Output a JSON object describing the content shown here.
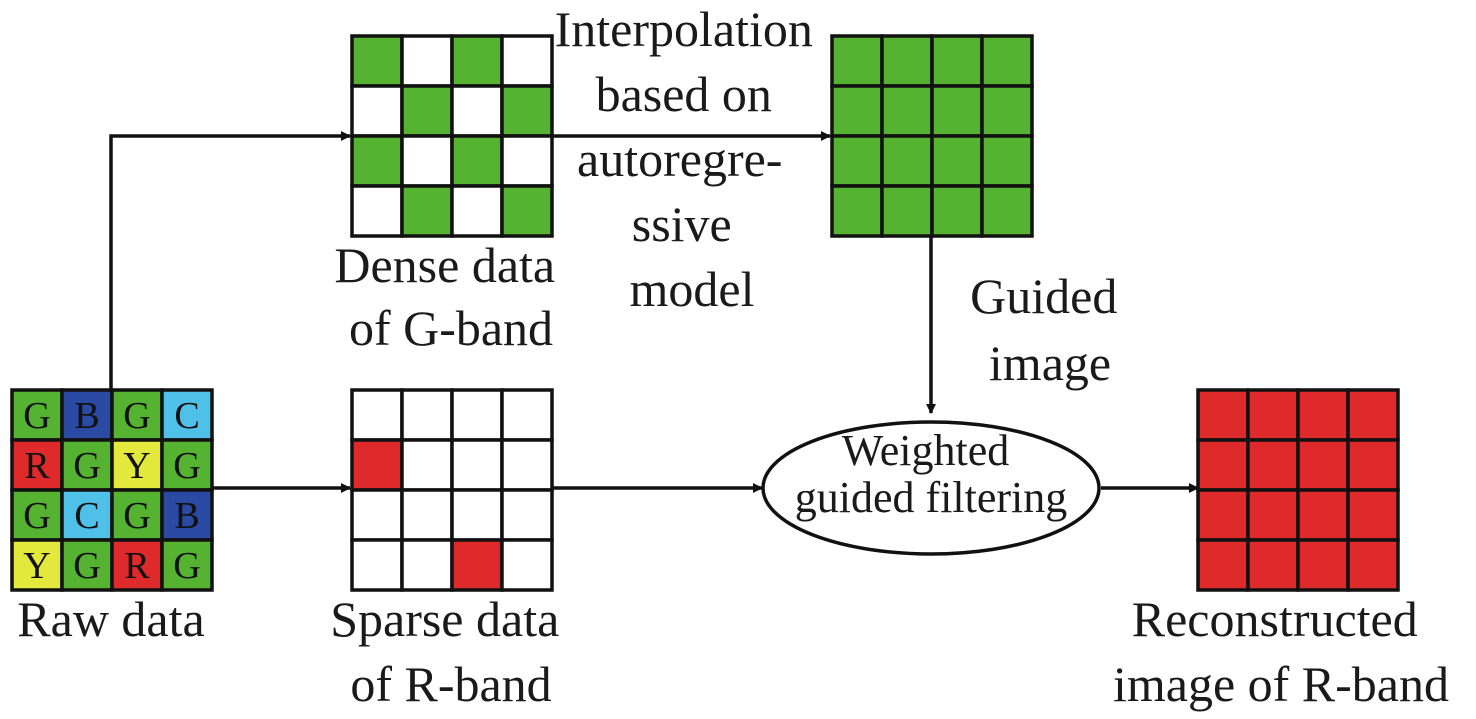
{
  "colors": {
    "green": "#56b231",
    "blue": "#2a4aa3",
    "cyan": "#4fc1e8",
    "red": "#de2a2a",
    "yellow": "#e3e83c",
    "white": "#ffffff",
    "line": "#111111"
  },
  "raw_data": {
    "label": "Raw data",
    "cells": [
      [
        {
          "c": "G",
          "color": "green"
        },
        {
          "c": "B",
          "color": "blue"
        },
        {
          "c": "G",
          "color": "green"
        },
        {
          "c": "C",
          "color": "cyan"
        }
      ],
      [
        {
          "c": "R",
          "color": "red"
        },
        {
          "c": "G",
          "color": "green"
        },
        {
          "c": "Y",
          "color": "yellow"
        },
        {
          "c": "G",
          "color": "green"
        }
      ],
      [
        {
          "c": "G",
          "color": "green"
        },
        {
          "c": "C",
          "color": "cyan"
        },
        {
          "c": "G",
          "color": "green"
        },
        {
          "c": "B",
          "color": "blue"
        }
      ],
      [
        {
          "c": "Y",
          "color": "yellow"
        },
        {
          "c": "G",
          "color": "green"
        },
        {
          "c": "R",
          "color": "red"
        },
        {
          "c": "G",
          "color": "green"
        }
      ]
    ]
  },
  "dense_g": {
    "label_lines": [
      "Dense data",
      "of G-band"
    ],
    "pattern": [
      [
        "green",
        "white",
        "green",
        "white"
      ],
      [
        "white",
        "green",
        "white",
        "green"
      ],
      [
        "green",
        "white",
        "green",
        "white"
      ],
      [
        "white",
        "green",
        "white",
        "green"
      ]
    ]
  },
  "full_g": {
    "pattern": [
      [
        "green",
        "green",
        "green",
        "green"
      ],
      [
        "green",
        "green",
        "green",
        "green"
      ],
      [
        "green",
        "green",
        "green",
        "green"
      ],
      [
        "green",
        "green",
        "green",
        "green"
      ]
    ]
  },
  "sparse_r": {
    "label_lines": [
      "Sparse data",
      "of R-band"
    ],
    "pattern": [
      [
        "white",
        "white",
        "white",
        "white"
      ],
      [
        "red",
        "white",
        "white",
        "white"
      ],
      [
        "white",
        "white",
        "white",
        "white"
      ],
      [
        "white",
        "white",
        "red",
        "white"
      ]
    ]
  },
  "recon_r": {
    "label_lines": [
      "Reconstructed",
      "image of R-band"
    ],
    "pattern": [
      [
        "red",
        "red",
        "red",
        "red"
      ],
      [
        "red",
        "red",
        "red",
        "red"
      ],
      [
        "red",
        "red",
        "red",
        "red"
      ],
      [
        "red",
        "red",
        "red",
        "red"
      ]
    ]
  },
  "interp_label_lines": [
    "Interpolation",
    "based on",
    "autoregre-",
    "ssive",
    "model"
  ],
  "guided_label_lines": [
    "Guided",
    "image"
  ],
  "filter_label_lines": [
    "Weighted",
    "guided filtering"
  ]
}
